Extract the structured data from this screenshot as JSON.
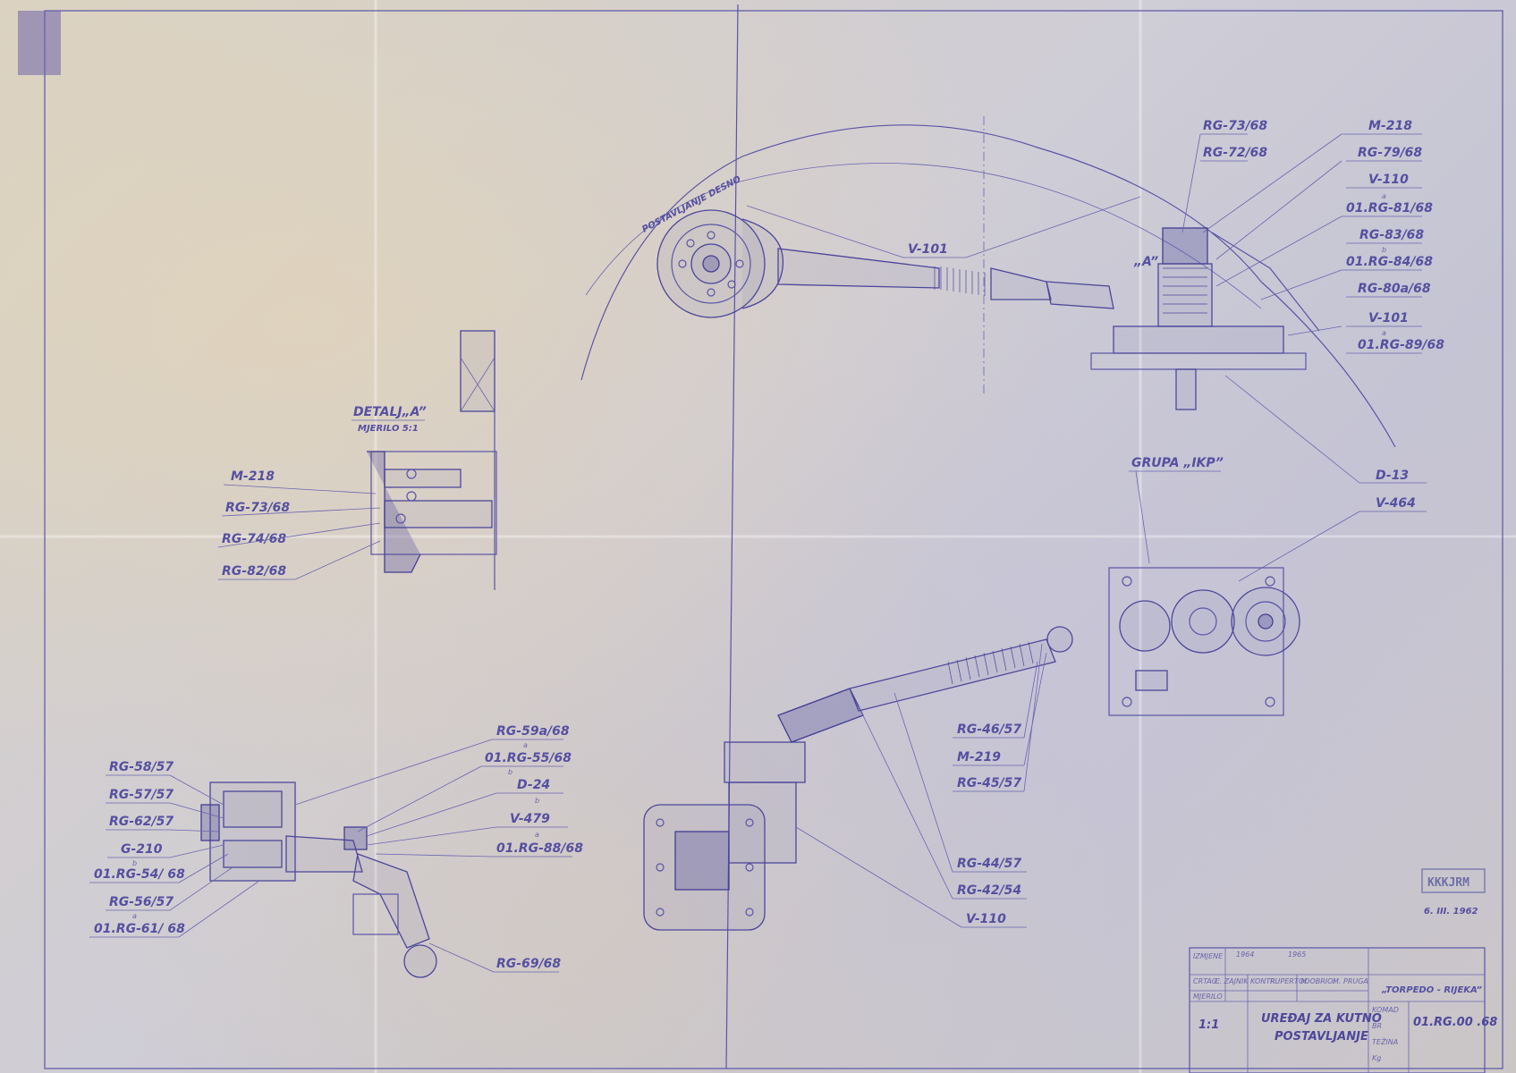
{
  "labels": {
    "top_right": [
      "RG-73/68",
      "RG-72/68",
      "M-218",
      "RG-79/68",
      "V-110",
      "01.RG-81/68",
      "RG-83/68",
      "01.RG-84/68",
      "RG-80a/68",
      "V-101",
      "01.RG-89/68"
    ],
    "v101_top": "V-101",
    "detail_mark": "„A”",
    "group": "GRUPA „IKP”",
    "right_mid": [
      "D-13",
      "V-464"
    ],
    "detail_title": "DETALJ„A”",
    "detail_scale": "MJERILO 5:1",
    "detail": [
      "M-218",
      "RG-73/68",
      "RG-74/68",
      "RG-82/68"
    ],
    "lower_left": [
      "RG-58/57",
      "RG-57/57",
      "RG-62/57",
      "G-210",
      "01.RG-54/ 68",
      "RG-56/57",
      "01.RG-61/ 68"
    ],
    "lower_mid": [
      "RG-59a/68",
      "01.RG-55/68",
      "D-24",
      "V-479",
      "01.RG-88/68"
    ],
    "bottom_mid": "RG-69/68",
    "arm_right": [
      "RG-46/57",
      "M-219",
      "RG-45/57"
    ],
    "arm_lower": [
      "RG-44/57",
      "RG-42/54",
      "V-110"
    ],
    "circle_marks": [
      "a",
      "b",
      "a",
      "b",
      "a",
      "a",
      "b",
      "b",
      "a"
    ],
    "arc_text": "POSTAVLJANJE DESNO"
  },
  "stamp": {
    "mark": "KKKJRM",
    "date": "6. III. 1962"
  },
  "title_block": {
    "changes_label": "IZMJENE",
    "change_a": "1964",
    "change_b": "1965",
    "drew_label": "CRTAO:",
    "drew_name": "C. ZAJNIK",
    "checked_label": "KONTR.:",
    "checked_name": "RUPERT M.",
    "approved_label": "ODOBRIO:",
    "approved_name": "M. PRUGA",
    "scale_label": "MJERILO",
    "scale": "1:1",
    "title_line1": "UREĐAJ ZA KUTNO",
    "title_line2": "POSTAVLJANJE",
    "company": "„TORPEDO - RIJEKA”",
    "drawing_no": "01.RG.00 .68",
    "side_labels": [
      "KOMAD",
      "BR",
      "TEŽINA",
      "Kg"
    ]
  }
}
